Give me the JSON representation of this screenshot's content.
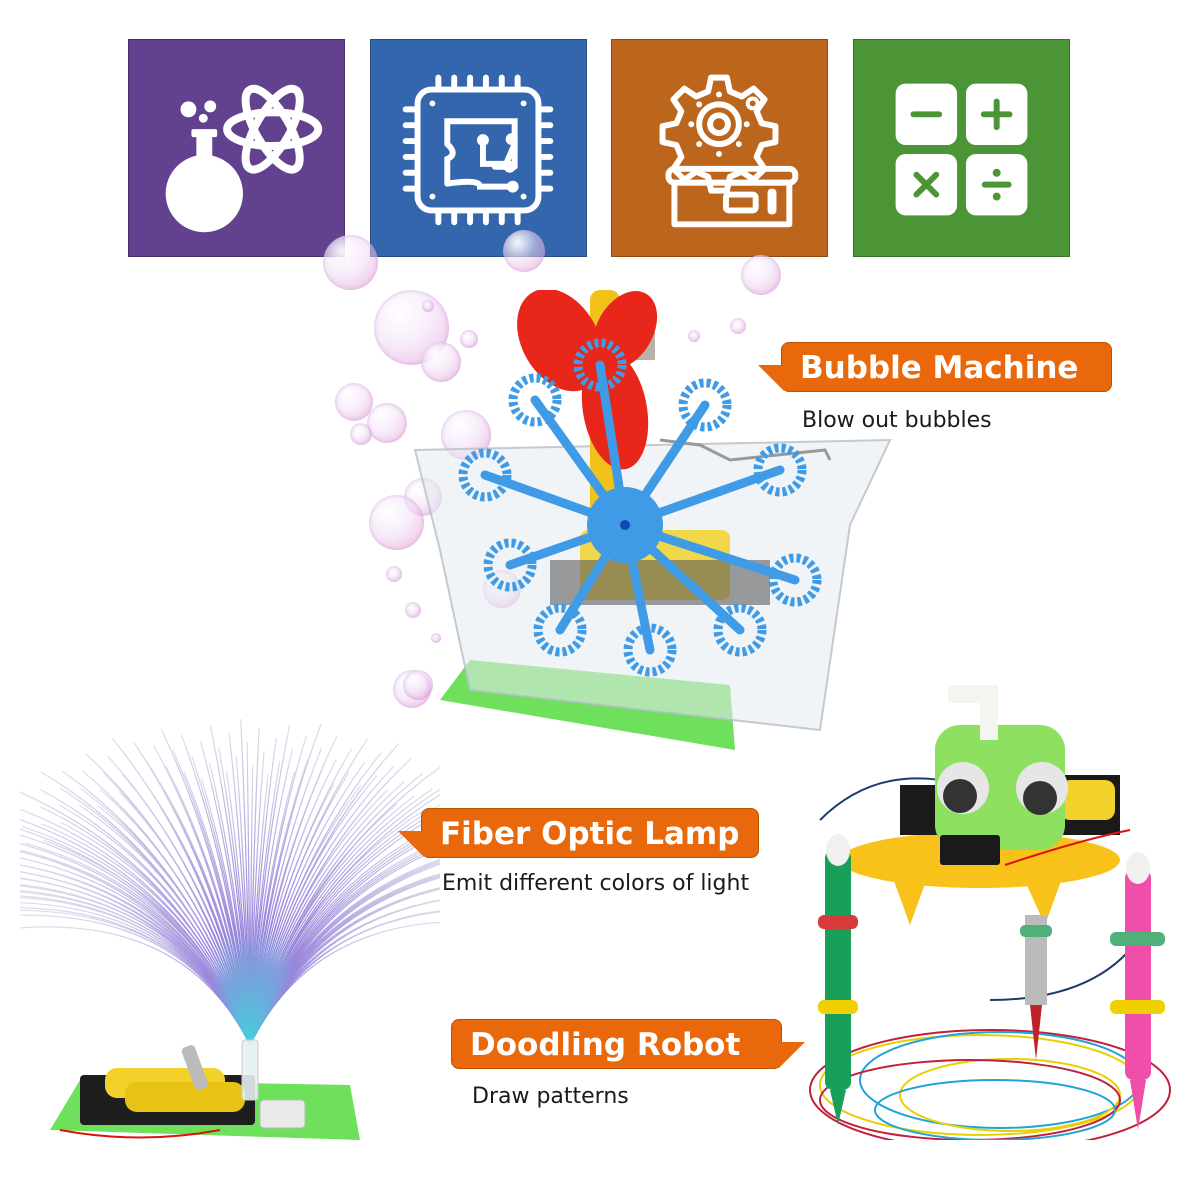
{
  "colors": {
    "science": "#62418e",
    "technology": "#3366ad",
    "engineering": "#bc651d",
    "math": "#4b9537",
    "tag_orange": "#e8680b",
    "text_dark": "#1a1a1a"
  },
  "stem_tiles": [
    {
      "name": "science",
      "icon": "flask-atom-icon"
    },
    {
      "name": "technology",
      "icon": "circuit-chip-icon"
    },
    {
      "name": "engineering",
      "icon": "gear-machine-icon"
    },
    {
      "name": "math",
      "icon": "calculator-operators-icon",
      "symbols": [
        "−",
        "+",
        "×",
        "÷"
      ]
    }
  ],
  "products": [
    {
      "title": "Bubble Machine",
      "subtitle": "Blow out bubbles"
    },
    {
      "title": "Fiber Optic Lamp",
      "subtitle": "Emit different colors of light"
    },
    {
      "title": "Doodling Robot",
      "subtitle": "Draw patterns"
    }
  ]
}
